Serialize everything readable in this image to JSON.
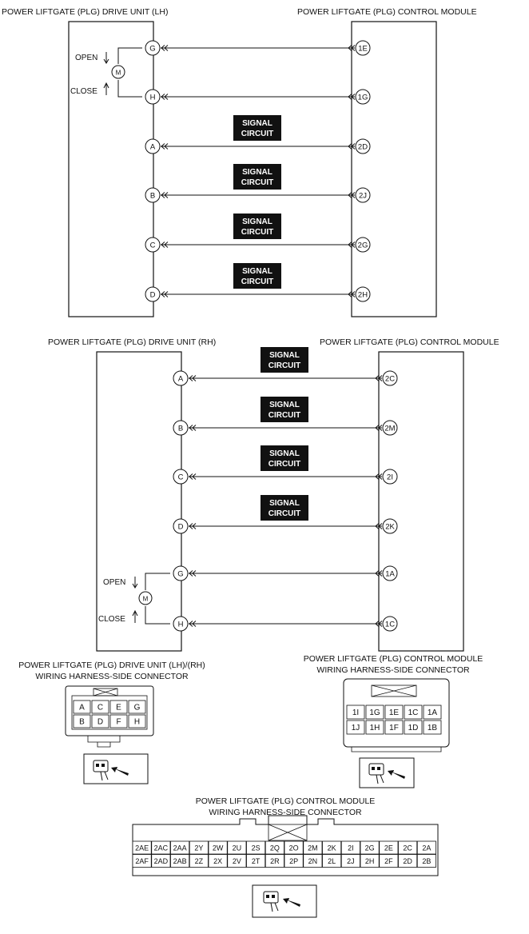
{
  "top": {
    "drive_title": "POWER LIFTGATE (PLG) DRIVE UNIT (LH)",
    "module_title": "POWER LIFTGATE (PLG) CONTROL MODULE",
    "open_label": "OPEN",
    "close_label": "CLOSE",
    "motor_label": "M",
    "signal_line1": "SIGNAL",
    "signal_line2": "CIRCUIT",
    "wires": [
      {
        "from": "G",
        "to": "1E"
      },
      {
        "from": "H",
        "to": "1G"
      },
      {
        "from": "A",
        "to": "2D"
      },
      {
        "from": "B",
        "to": "2J"
      },
      {
        "from": "C",
        "to": "2G"
      },
      {
        "from": "D",
        "to": "2H"
      }
    ]
  },
  "bottom": {
    "drive_title": "POWER LIFTGATE (PLG) DRIVE UNIT (RH)",
    "module_title": "POWER LIFTGATE (PLG) CONTROL MODULE",
    "open_label": "OPEN",
    "close_label": "CLOSE",
    "motor_label": "M",
    "wires": [
      {
        "from": "A",
        "to": "2C"
      },
      {
        "from": "B",
        "to": "2M"
      },
      {
        "from": "C",
        "to": "2I"
      },
      {
        "from": "D",
        "to": "2K"
      },
      {
        "from": "G",
        "to": "1A"
      },
      {
        "from": "H",
        "to": "1C"
      }
    ]
  },
  "connectors": {
    "drive_title_line1": "POWER LIFTGATE (PLG) DRIVE UNIT (LH)/(RH)",
    "drive_title_line2": "WIRING HARNESS-SIDE CONNECTOR",
    "drive_rows": [
      [
        "A",
        "C",
        "E",
        "G"
      ],
      [
        "B",
        "D",
        "F",
        "H"
      ]
    ],
    "module1_title_line1": "POWER LIFTGATE (PLG) CONTROL MODULE",
    "module1_title_line2": "WIRING HARNESS-SIDE CONNECTOR",
    "module1_rows": [
      [
        "1I",
        "1G",
        "1E",
        "1C",
        "1A"
      ],
      [
        "1J",
        "1H",
        "1F",
        "1D",
        "1B"
      ]
    ],
    "module2_title_line1": "POWER LIFTGATE (PLG) CONTROL MODULE",
    "module2_title_line2": "WIRING HARNESS-SIDE CONNECTOR",
    "module2_rows": [
      [
        "2AE",
        "2AC",
        "2AA",
        "2Y",
        "2W",
        "2U",
        "2S",
        "2Q",
        "2O",
        "2M",
        "2K",
        "2I",
        "2G",
        "2E",
        "2C",
        "2A"
      ],
      [
        "2AF",
        "2AD",
        "2AB",
        "2Z",
        "2X",
        "2V",
        "2T",
        "2R",
        "2P",
        "2N",
        "2L",
        "2J",
        "2H",
        "2F",
        "2D",
        "2B"
      ]
    ]
  }
}
